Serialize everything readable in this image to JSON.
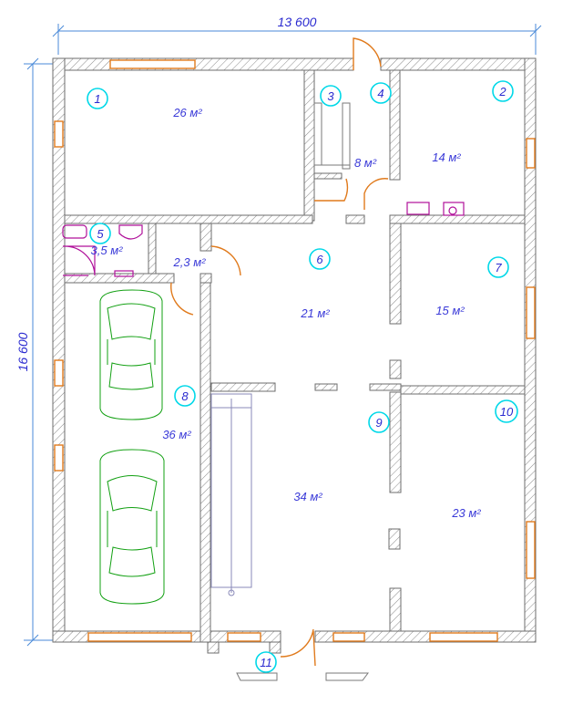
{
  "dimensions": {
    "width_label": "13 600",
    "height_label": "16 600"
  },
  "rooms": [
    {
      "number": "1",
      "area": "26 м²"
    },
    {
      "number": "2",
      "area": "14 м²"
    },
    {
      "number": "3",
      "area": "8 м²"
    },
    {
      "number": "4",
      "area": ""
    },
    {
      "number": "5",
      "area": "3,5 м²"
    },
    {
      "number": "6",
      "area": "21 м²"
    },
    {
      "number": "7",
      "area": "15 м²"
    },
    {
      "number": "8",
      "area": "36 м²"
    },
    {
      "number": "9",
      "area": "34 м²"
    },
    {
      "number": "10",
      "area": "23 м²"
    },
    {
      "number": "11",
      "area": ""
    }
  ],
  "extra_areas": [
    {
      "label": "2,3 м²"
    }
  ],
  "colors": {
    "wall_hatch": "#8a8a8a",
    "window": "#e07a1c",
    "door": "#e07a1c",
    "dimension": "#4a8ad8",
    "label_text": "#3a3ad8",
    "room_marker": "#00d8e8",
    "vehicle": "#12a012",
    "fixture": "#b0109a"
  }
}
